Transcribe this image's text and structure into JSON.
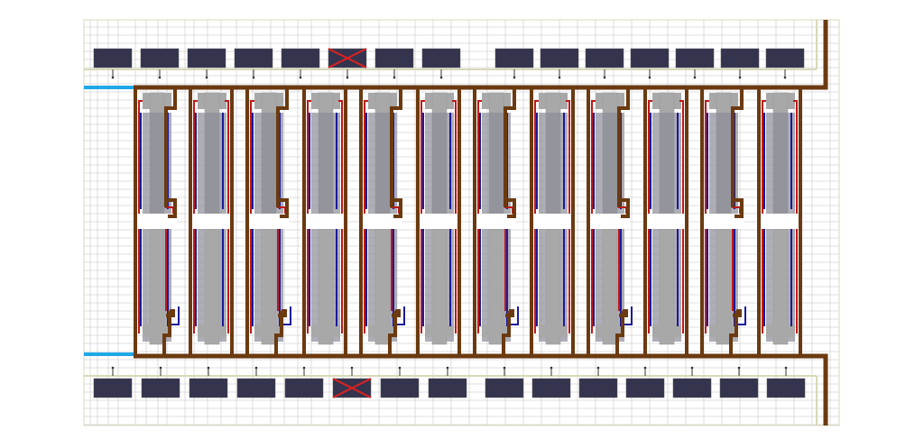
{
  "diagram": {
    "top_units": 15,
    "bottom_units": 15,
    "top_disabled_index": 5,
    "bottom_disabled_index": 5,
    "columns": 12,
    "notched_columns": [
      0,
      2,
      4,
      6,
      8,
      10
    ]
  },
  "colors": {
    "unit": "#34344e",
    "disabled_mark": "#e02020",
    "bus": "#6b3a10",
    "feeder": "#1fa8e8",
    "grid": "#d4d4d4",
    "rail": "#d8d8b8",
    "pillar": "#a8a8a8",
    "pillar_dark": "#8c8c98",
    "blue_line": "#1a1a9a",
    "red_line": "#c01818"
  }
}
